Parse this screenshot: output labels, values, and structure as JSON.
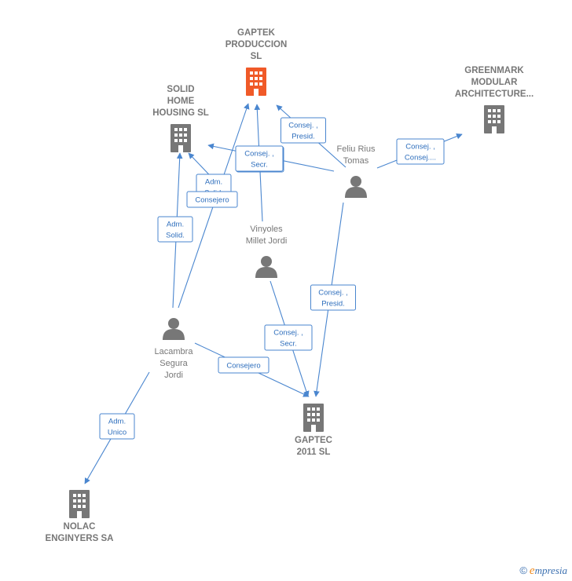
{
  "nodes": [
    {
      "id": "gaptek",
      "type": "company",
      "lines": [
        "GAPTEK",
        "PRODUCCION",
        "SL"
      ],
      "highlight": true
    },
    {
      "id": "solid",
      "type": "company",
      "lines": [
        "SOLID",
        "HOME",
        "HOUSING  SL"
      ]
    },
    {
      "id": "greenmark",
      "type": "company",
      "lines": [
        "GREENMARK",
        "MODULAR",
        "ARCHITECTURE..."
      ]
    },
    {
      "id": "feliu",
      "type": "person",
      "lines": [
        "Feliu Rius",
        "Tomas"
      ]
    },
    {
      "id": "vinyoles",
      "type": "person",
      "lines": [
        "Vinyoles",
        "Millet Jordi"
      ]
    },
    {
      "id": "lacambra",
      "type": "person",
      "lines": [
        "Lacambra",
        "Segura",
        "Jordi"
      ]
    },
    {
      "id": "gaptec",
      "type": "company",
      "lines": [
        "GAPTEC",
        "2011 SL"
      ]
    },
    {
      "id": "nolac",
      "type": "company",
      "lines": [
        "NOLAC",
        "ENGINYERS SA"
      ]
    }
  ],
  "edges": [
    {
      "id": "feliu-gaptek",
      "lines": [
        "Consej. ,",
        "Presid."
      ]
    },
    {
      "id": "feliu-greenmark",
      "lines": [
        "Consej. ,",
        "Consej...."
      ]
    },
    {
      "id": "feliu-solid",
      "lines": [
        "Consej. ,",
        "Secr."
      ]
    },
    {
      "id": "vinyoles-gaptek",
      "lines": [
        "Consej. ,",
        "Secr."
      ]
    },
    {
      "id": "vinyoles-solid",
      "lines": [
        "Adm.",
        "Solid."
      ]
    },
    {
      "id": "lacambra-solid",
      "lines": [
        "Adm.",
        "Solid."
      ]
    },
    {
      "id": "lacambra-gaptek",
      "lines": [
        "Consejero"
      ]
    },
    {
      "id": "feliu-gaptec",
      "lines": [
        "Consej. ,",
        "Presid."
      ]
    },
    {
      "id": "vinyoles-gaptec",
      "lines": [
        "Consej. ,",
        "Secr."
      ]
    },
    {
      "id": "lacambra-gaptec",
      "lines": [
        "Consejero"
      ]
    },
    {
      "id": "lacambra-nolac",
      "lines": [
        "Adm.",
        "Unico"
      ]
    }
  ],
  "colors": {
    "edge": "#4a86cf",
    "company": "#777777",
    "company_highlight": "#f05a28",
    "person": "#777777",
    "label": "#777777"
  },
  "brand": {
    "copyright": "©",
    "first_letter": "e",
    "rest": "mpresia"
  }
}
